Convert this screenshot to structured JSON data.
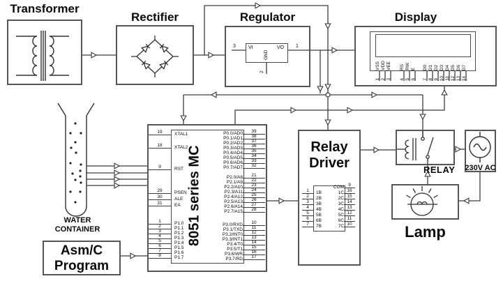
{
  "accent": {
    "line_color": "#3b3b3b",
    "border_color": "#565656",
    "text_color": "#0a0a0a",
    "background": "#ffffff"
  },
  "transformer": {
    "title": "Transformer"
  },
  "rectifier": {
    "title": "Rectifier"
  },
  "regulator": {
    "title": "Regulator",
    "chip": {
      "vi": "VI",
      "vo": "VO",
      "gnd": "GND",
      "pin_in": "3",
      "pin_out": "1",
      "pin_gnd": "2"
    }
  },
  "display": {
    "title": "Display",
    "pin_labels_power": [
      "VSS",
      "VDD",
      "VEE"
    ],
    "pin_labels_ctrl": [
      "RS",
      "RW",
      "E"
    ],
    "pin_labels_data": [
      "D0",
      "D1",
      "D2",
      "D3",
      "D4",
      "D5",
      "D6",
      "D7"
    ],
    "pin_numbers_power": [
      "1",
      "2",
      "3"
    ],
    "pin_numbers_ctrl": [
      "4",
      "5",
      "6"
    ],
    "pin_numbers_data": [
      "7",
      "8",
      "9",
      "10",
      "11",
      "12",
      "13",
      "14"
    ]
  },
  "mc": {
    "title": "8051 series MC",
    "pins_left_top": [
      {
        "num": "19",
        "label": "XTAL1"
      },
      {
        "num": "18",
        "label": "XTAL2"
      },
      {
        "num": "9",
        "label": "RST"
      }
    ],
    "pins_left_mid": [
      {
        "num": "29",
        "label": "PSEN"
      },
      {
        "num": "30",
        "label": "ALE"
      },
      {
        "num": "31",
        "label": "EA"
      }
    ],
    "pins_left_p1": [
      {
        "num": "1",
        "label": "P1.0"
      },
      {
        "num": "2",
        "label": "P1.1"
      },
      {
        "num": "3",
        "label": "P1.2"
      },
      {
        "num": "4",
        "label": "P1.3"
      },
      {
        "num": "5",
        "label": "P1.4"
      },
      {
        "num": "6",
        "label": "P1.5"
      },
      {
        "num": "7",
        "label": "P1.6"
      },
      {
        "num": "8",
        "label": "P1.7"
      }
    ],
    "pins_right_p0": [
      {
        "label": "P0.0/AD0",
        "num": "39"
      },
      {
        "label": "P0.1/AD1",
        "num": "38"
      },
      {
        "label": "P0.2/AD2",
        "num": "37"
      },
      {
        "label": "P0.3/AD3",
        "num": "36"
      },
      {
        "label": "P0.4/AD4",
        "num": "35"
      },
      {
        "label": "P0.5/AD5",
        "num": "34"
      },
      {
        "label": "P0.6/AD6",
        "num": "33"
      },
      {
        "label": "P0.7/AD7",
        "num": "32"
      }
    ],
    "pins_right_p2": [
      {
        "label": "P2.0/A8",
        "num": "21"
      },
      {
        "label": "P2.1/A9",
        "num": "22"
      },
      {
        "label": "P2.2/A10",
        "num": "23"
      },
      {
        "label": "P2.3/A11",
        "num": "24"
      },
      {
        "label": "P2.4/A12",
        "num": "25"
      },
      {
        "label": "P2.5/A13",
        "num": "26"
      },
      {
        "label": "P2.6/A14",
        "num": "27"
      },
      {
        "label": "P2.7/A15",
        "num": "28"
      }
    ],
    "pins_right_p3": [
      {
        "label": "P3.0/RXD",
        "num": "10"
      },
      {
        "label": "P3.1/TXD",
        "num": "11"
      },
      {
        "label": "P3.2/INT0",
        "num": "12"
      },
      {
        "label": "P3.3/INT1",
        "num": "13"
      },
      {
        "label": "P3.4/T0",
        "num": "14"
      },
      {
        "label": "P3.5/T1",
        "num": "15"
      },
      {
        "label": "P3.6/WR",
        "num": "16"
      },
      {
        "label": "P3.7/RD",
        "num": "17"
      }
    ]
  },
  "relay_driver": {
    "title_line1": "Relay",
    "title_line2": "Driver",
    "chip_left": [
      {
        "num": "1",
        "label": "1B"
      },
      {
        "num": "2",
        "label": "2B"
      },
      {
        "num": "3",
        "label": "3B"
      },
      {
        "num": "4",
        "label": "4B"
      },
      {
        "num": "5",
        "label": "5B"
      },
      {
        "num": "6",
        "label": "6B"
      },
      {
        "num": "7",
        "label": "7B"
      }
    ],
    "chip_right": [
      {
        "label": "COM",
        "num": "9"
      },
      {
        "label": "1C",
        "num": "16"
      },
      {
        "label": "2C",
        "num": "15"
      },
      {
        "label": "3C",
        "num": "14"
      },
      {
        "label": "4C",
        "num": "13"
      },
      {
        "label": "5C",
        "num": "12"
      },
      {
        "label": "6C",
        "num": "11"
      },
      {
        "label": "7C",
        "num": "10"
      }
    ]
  },
  "relay": {
    "label": "RELAY"
  },
  "ac_source": {
    "label": "230V AC"
  },
  "lamp": {
    "label": "Lamp"
  },
  "water": {
    "label_line1": "WATER",
    "label_line2": "CONTAINER"
  },
  "program": {
    "label_line1": "Asm/C",
    "label_line2": "Program"
  }
}
